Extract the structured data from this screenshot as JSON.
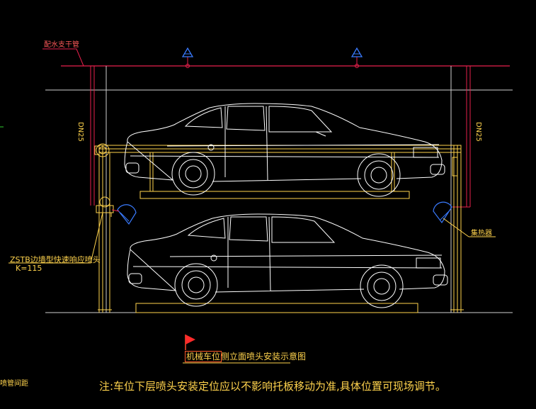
{
  "labels": {
    "supply_pipe": "配水支干管",
    "pipe_size_left": "DN25",
    "pipe_size_right": "DN25",
    "nozzle_model": "ZSTB边墙型快速响应喷头",
    "k_factor": "K=115",
    "spray_shield": "集热器",
    "edge_fragment": "喷管间距"
  },
  "title": {
    "highlight": "机械车位",
    "rest": "侧立面喷头安装示意图"
  },
  "note": "注:车位下层喷头安装定位应以不影响托板移动为准,具体位置可现场调节。",
  "colors": {
    "background": "#000000",
    "main_pipe": "#e8204c",
    "structure": "#ffffff",
    "frame": "#ffd34d",
    "car": "#ffffff",
    "sprinkler": "#3a7bff"
  },
  "icons": [
    "sprinkler-head-icon",
    "flag-icon",
    "car-icon"
  ]
}
